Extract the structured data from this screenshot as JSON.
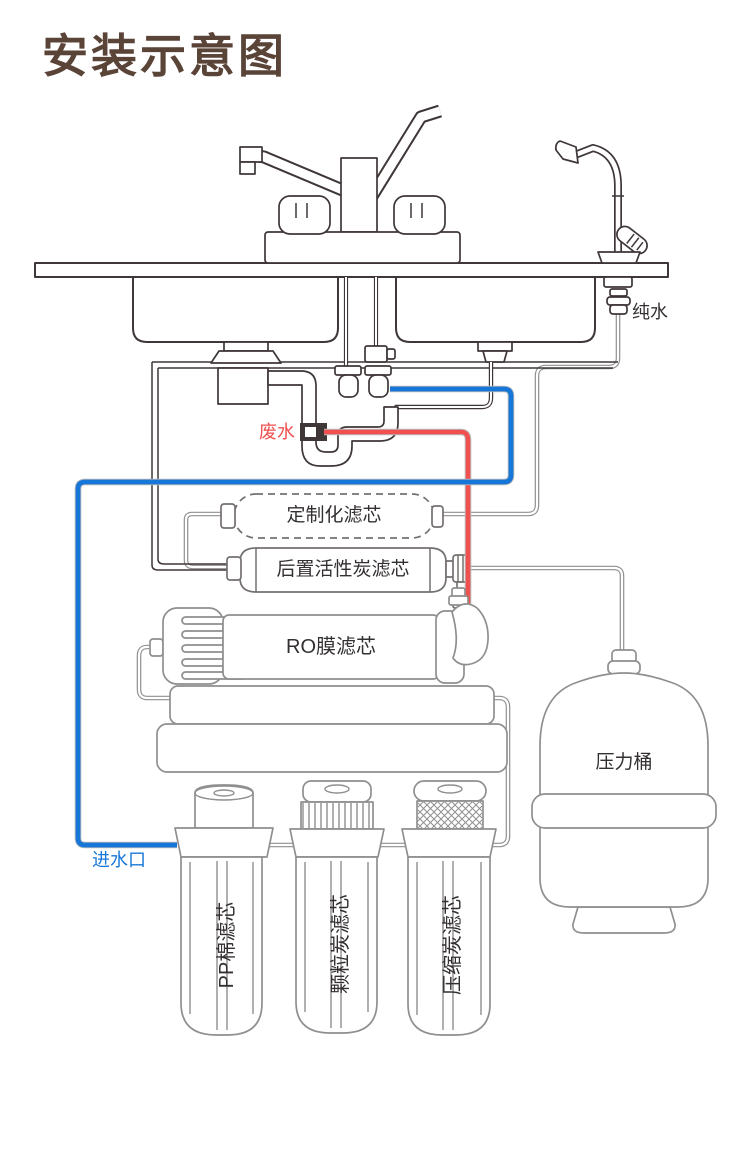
{
  "title": "安装示意图",
  "labels": {
    "pure_water": "纯水",
    "waste_water": "废水",
    "inlet": "进水口",
    "custom_filter": "定制化滤芯",
    "post_carbon_filter": "后置活性炭滤芯",
    "ro_membrane_filter": "RO膜滤芯",
    "pressure_tank": "压力桶",
    "pp_cotton_filter": "PP棉滤芯",
    "granular_carbon_filter": "颗粒炭滤芯",
    "compressed_carbon_filter": "压缩炭滤芯"
  },
  "colors": {
    "title_brown": "#5a4337",
    "line_dark": "#3e3637",
    "line_gray": "#8f8f8f",
    "line_mid": "#757070",
    "pipe_blue": "#1777d8",
    "pipe_red": "#f0504f",
    "label_dark": "#343031"
  }
}
